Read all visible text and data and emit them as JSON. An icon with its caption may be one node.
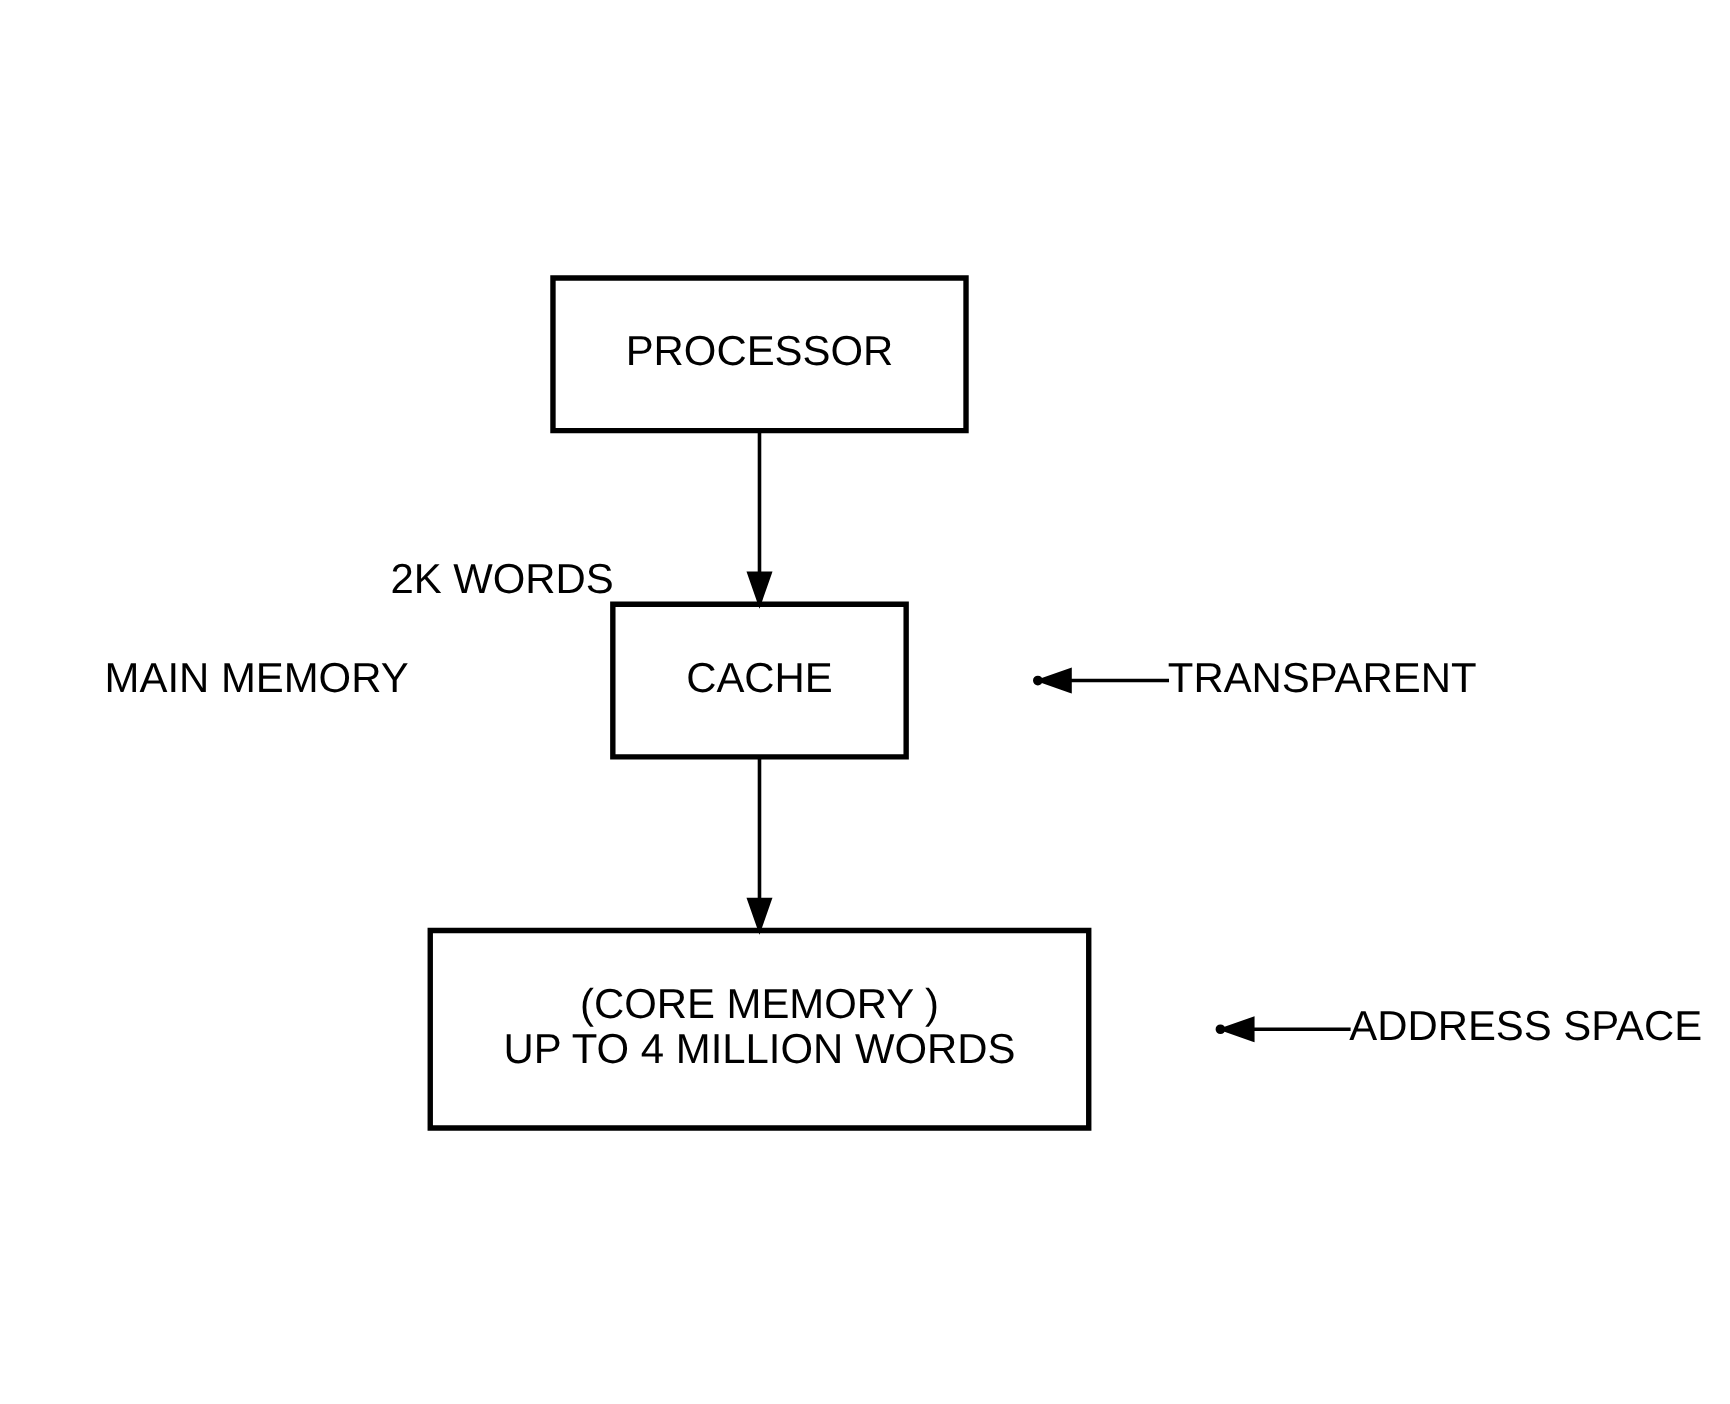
{
  "diagram": {
    "nodes": [
      {
        "text": [
          "PROCESSOR"
        ]
      },
      {
        "text": [
          "CACHE"
        ],
        "beside": [
          "2K WORDS"
        ]
      },
      {
        "text": [
          "(CORE MEMORY )",
          "UP TO 4 MILLION WORDS"
        ]
      },
      {
        "text": [
          "TRANSPARENT"
        ]
      },
      {
        "text": [
          "ADDRESS SPACE"
        ]
      }
    ],
    "edges": [
      {
        "from": 0,
        "to": 1,
        "arrow": "to"
      },
      {
        "from": 1,
        "to": 2,
        "arrow": "to"
      },
      {
        "from": 3,
        "to": null,
        "arrow": "to"
      },
      {
        "from": 4,
        "to": null,
        "arrow": "to"
      }
    ],
    "labels": [
      "MAIN MEMORY"
    ]
  }
}
